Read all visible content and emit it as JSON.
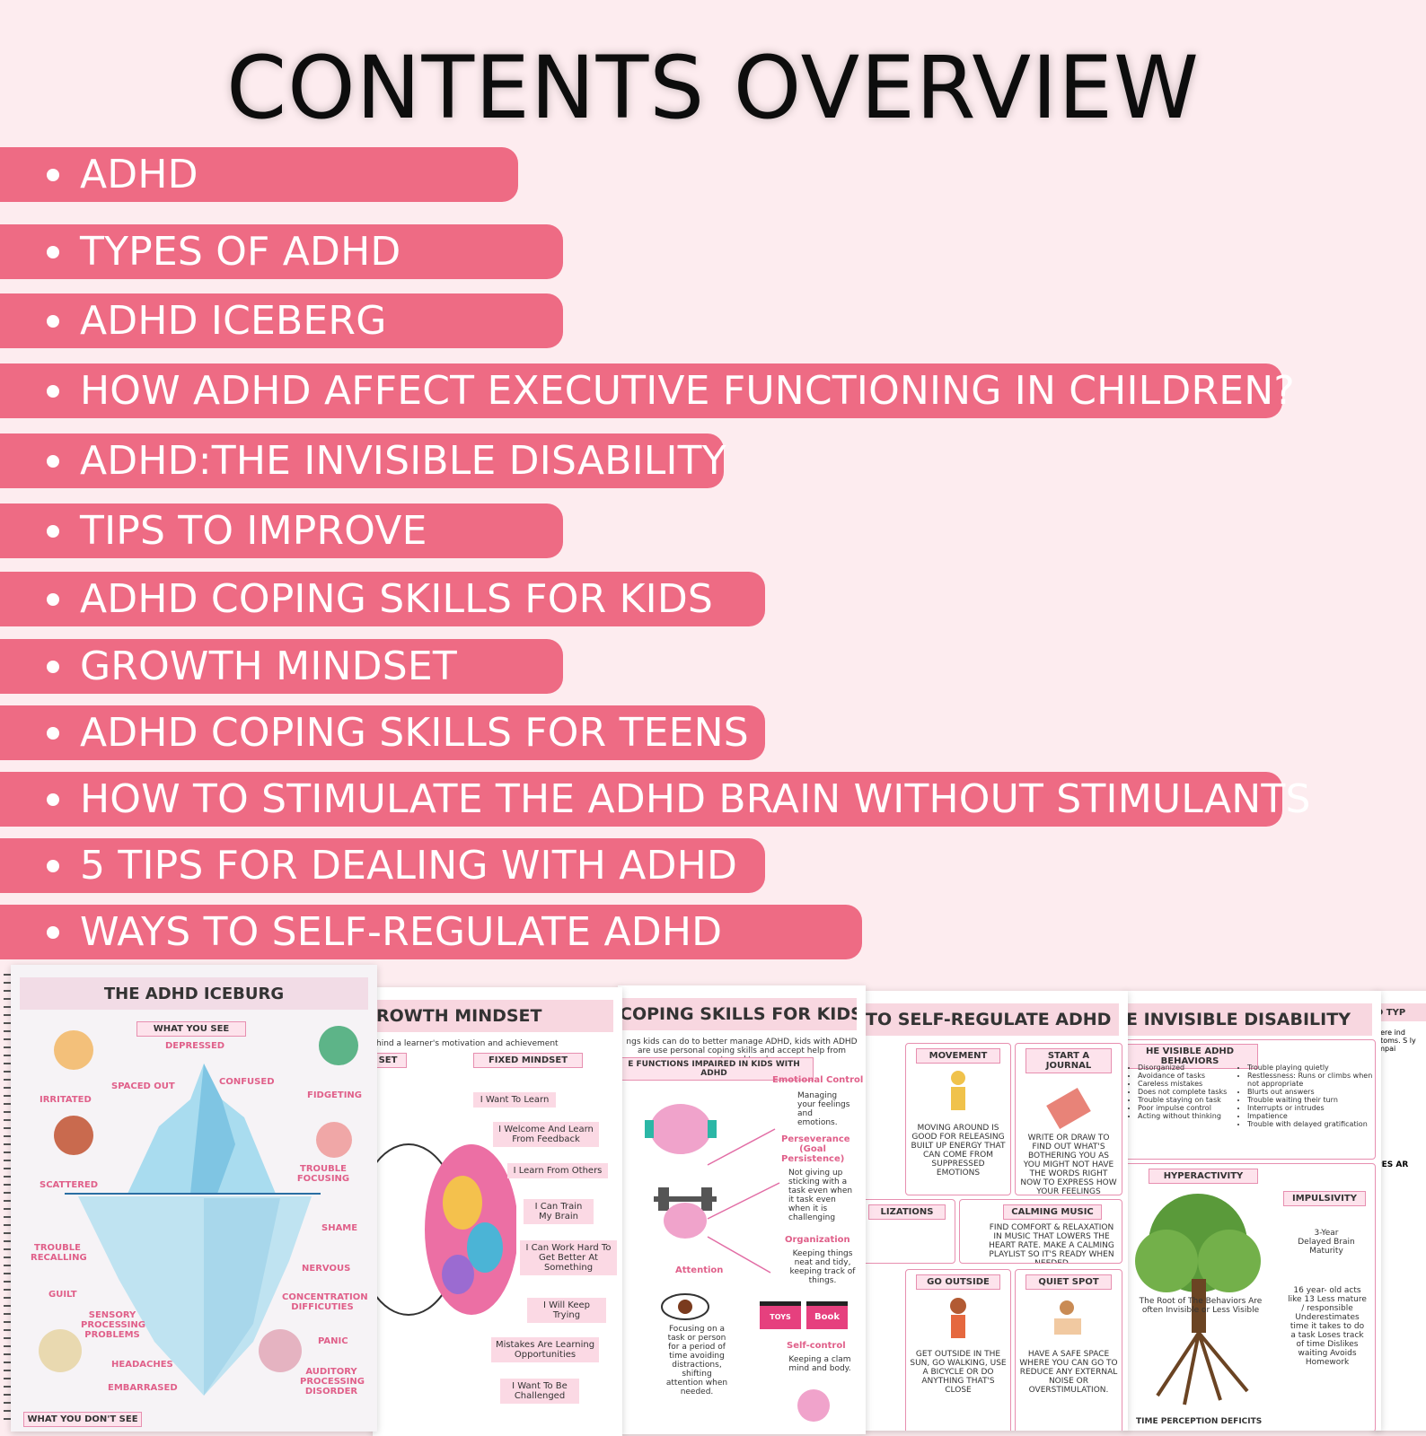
{
  "title": "CONTENTS OVERVIEW",
  "items": [
    "ADHD",
    "TYPES OF ADHD",
    "ADHD ICEBERG",
    "HOW ADHD AFFECT EXECUTIVE FUNCTIONING IN CHILDREN?",
    "ADHD:THE INVISIBLE DISABILITY",
    "TIPS TO IMPROVE",
    "ADHD COPING SKILLS FOR KIDS",
    "GROWTH MINDSET",
    "ADHD COPING SKILLS FOR TEENS",
    "HOW TO STIMULATE THE ADHD BRAIN WITHOUT STIMULANTS",
    "5 TIPS FOR DEALING WITH ADHD",
    "WAYS TO SELF-REGULATE ADHD"
  ],
  "colors": {
    "background": "#fdecef",
    "bar": "#ee6b84",
    "accent": "#e0608a"
  },
  "previews": {
    "iceberg": {
      "heading": "THE ADHD ICEBURG",
      "what_you_see": "WHAT YOU SEE",
      "what_you_dont_see": "WHAT YOU DON'T SEE",
      "tags": [
        "DEPRESSED",
        "IRRITATED",
        "SPACED OUT",
        "CONFUSED",
        "FIDGETING",
        "SCATTERED",
        "TROUBLE FOCUSING",
        "SHAME",
        "TROUBLE RECALLING",
        "NERVOUS",
        "GUILT",
        "CONCENTRATION DIFFICUTIES",
        "SENSORY PROCESSING PROBLEMS",
        "PANIC",
        "HEADACHES",
        "AUDITORY PROCESSING DISORDER",
        "EMBARRASED"
      ]
    },
    "growth": {
      "heading": "ROWTH MINDSET",
      "subtitle": "hind a learner's motivation and achievement",
      "col_left": "SET",
      "col_right": "FIXED MINDSET",
      "chips": [
        "I Want To Learn",
        "I Welcome And Learn From Feedback",
        "I Learn From Others",
        "I Can Train My Brain",
        "I Can Work Hard To Get Better At Something",
        "I Will Keep Trying",
        "Mistakes Are Learning Opportunities",
        "I Want To Be Challenged"
      ]
    },
    "kids": {
      "heading": "COPING SKILLS FOR KIDS",
      "subtitle": "ngs kids can do to better manage ADHD, kids with ADHD are use personal coping skills and accept help from parents and teachers.",
      "section": "E FUNCTIONS IMPAIRED IN KIDS WITH ADHD",
      "emotional_control": "Emotional Control",
      "emotional_text": "Managing your feelings and emotions.",
      "perseverance": "Perseverance (Goal Persistence)",
      "perseverance_text": "Not giving up sticking with a task even when it task even when it is challenging",
      "organization": "Organization",
      "organization_text": "Keeping things neat and tidy, keeping track of things.",
      "attention": "Attention",
      "attention_text": "Focusing on a task or person for a period of time avoiding distractions, shifting attention when needed.",
      "self_control": "Self-control",
      "self_control_text": "Keeping a clam mind and body.",
      "toys": "TOYS",
      "book": "Book"
    },
    "selfreg": {
      "heading": "TO SELF-REGULATE ADHD",
      "movement": "MOVEMENT",
      "movement_text": "MOVING AROUND IS GOOD FOR RELEASING BUILT UP ENERGY THAT CAN COME FROM SUPPRESSED EMOTIONS",
      "journal": "START A JOURNAL",
      "journal_text": "WRITE OR DRAW TO FIND OUT WHAT'S BOTHERING YOU AS YOU MIGHT NOT HAVE THE WORDS RIGHT NOW TO EXPRESS HOW YOUR FEELINGS",
      "calming": "CALMING MUSIC",
      "calming_text": "FIND COMFORT & RELAXATION IN MUSIC THAT LOWERS THE HEART RATE. MAKE A CALMING PLAYLIST SO IT'S READY WHEN NEEDED",
      "outside": "GO OUTSIDE",
      "outside_text": "GET OUTSIDE IN THE SUN, GO WALKING, USE A BICYCLE OR DO ANYTHING THAT'S CLOSE",
      "quiet": "QUIET SPOT",
      "quiet_text": "HAVE A SAFE SPACE WHERE YOU CAN GO TO REDUCE ANY EXTERNAL NOISE OR OVERSTIMULATION.",
      "visual": "LIZATIONS"
    },
    "invisible": {
      "heading": "E INVISIBLE DISABILITY",
      "section": "HE VISIBLE ADHD BEHAVIORS",
      "left_list": [
        "Disorganized",
        "Avoidance of tasks",
        "Careless mistakes",
        "Does not complete tasks",
        "Trouble staying on task",
        "Poor impulse control",
        "Acting without thinking"
      ],
      "right_list": [
        "Trouble playing quietly",
        "Restlessness: Runs or climbs when not appropriate",
        "Blurts out answers",
        "Trouble waiting their turn",
        "Interrupts or intrudes",
        "Impatience",
        "Trouble with delayed gratification"
      ],
      "hyperactivity": "HYPERACTIVITY",
      "impulsivity": "IMPULSIVITY",
      "delay_text": "3-Year Delayed Brain Maturity",
      "root_text": "The Root of The Behaviors Are often Invisible or Less Visible",
      "age_text": "16 year- old acts like 13 Less mature / responsible Underestimates time it takes to do a task Loses track of time Dislikes waiting Avoids Homework",
      "time_deficits": "TIME PERCEPTION DEFICITS"
    },
    "types": {
      "heading": "D TYP",
      "section": "PES AR",
      "text": "here ind ptoms. S ly impai"
    }
  }
}
